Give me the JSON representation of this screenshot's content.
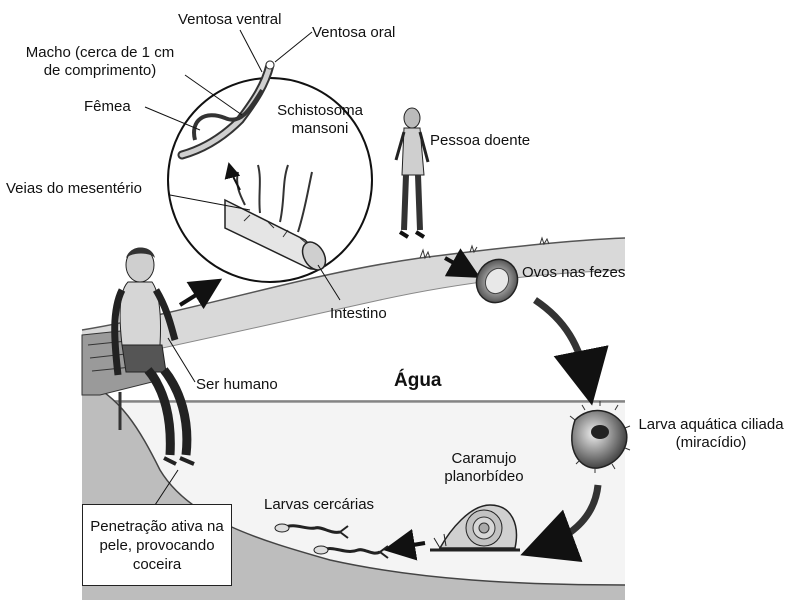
{
  "labels": {
    "ventosa_ventral": "Ventosa ventral",
    "ventosa_oral": "Ventosa oral",
    "macho_line1": "Macho (cerca de 1 cm",
    "macho_line2": "de comprimento)",
    "femea": "Fêmea",
    "schisto_line1": "Schistosoma",
    "schisto_line2": "mansoni",
    "veias": "Veias do mesentério",
    "intestino": "Intestino",
    "pessoa_doente": "Pessoa doente",
    "ovos": "Ovos nas fezes",
    "ser_humano": "Ser humano",
    "agua": "Água",
    "larva_line1": "Larva aquática ciliada",
    "larva_line2": "(miracídio)",
    "caramujo_line1": "Caramujo",
    "caramujo_line2": "planorbídeo",
    "cercarias": "Larvas cercárias",
    "penetracao_line1": "Penetração ativa  na",
    "penetracao_line2": "pele, provocando",
    "penetracao_line3": "coceira"
  },
  "icons": [
    "schistosoma-worms-icon",
    "intestine-icon",
    "sick-person-icon",
    "egg-icon",
    "miracidium-icon",
    "snail-icon",
    "cercaria-icon",
    "human-boy-icon",
    "cycle-arrow-icon"
  ]
}
